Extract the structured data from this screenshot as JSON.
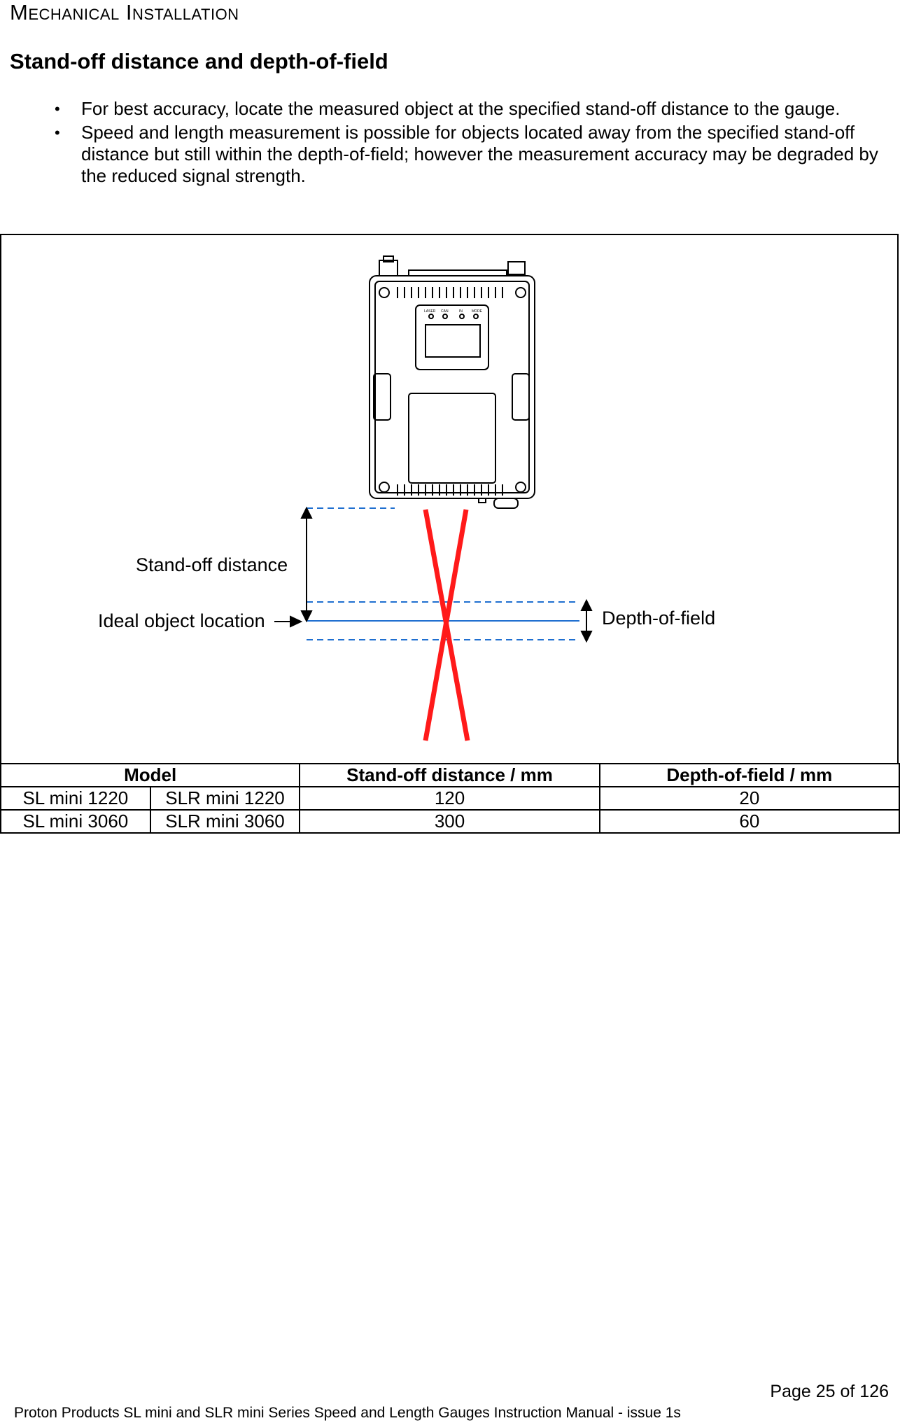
{
  "header": {
    "section_title": "Mechanical Installation",
    "heading": "Stand-off distance and depth-of-field"
  },
  "bullets": [
    "For best accuracy, locate the measured object at the specified stand-off distance to the gauge.",
    "Speed and length measurement is possible for objects located away from the specified stand-off distance but still within the depth-of-field; however the measurement accuracy may be degraded by the reduced signal strength."
  ],
  "figure": {
    "standoff_label": "Stand-off distance",
    "ideal_label": "Ideal object location",
    "dof_label": "Depth-of-field",
    "device_panel_labels": [
      "LASER",
      "CAN",
      "IN",
      "MODE"
    ],
    "colors": {
      "beam": "#ff1a1a",
      "guide": "#1f6fd0",
      "outline": "#000000"
    }
  },
  "table": {
    "headers": [
      "Model",
      "Stand-off distance / mm",
      "Depth-of-field / mm"
    ],
    "rows": [
      [
        "SL mini 1220",
        "SLR mini 1220",
        "120",
        "20"
      ],
      [
        "SL mini 3060",
        "SLR mini 3060",
        "300",
        "60"
      ]
    ]
  },
  "footer": {
    "page": "Page 25 of 126",
    "doc_title": "Proton Products SL mini and SLR mini Series Speed and Length Gauges Instruction Manual - issue 1s"
  }
}
